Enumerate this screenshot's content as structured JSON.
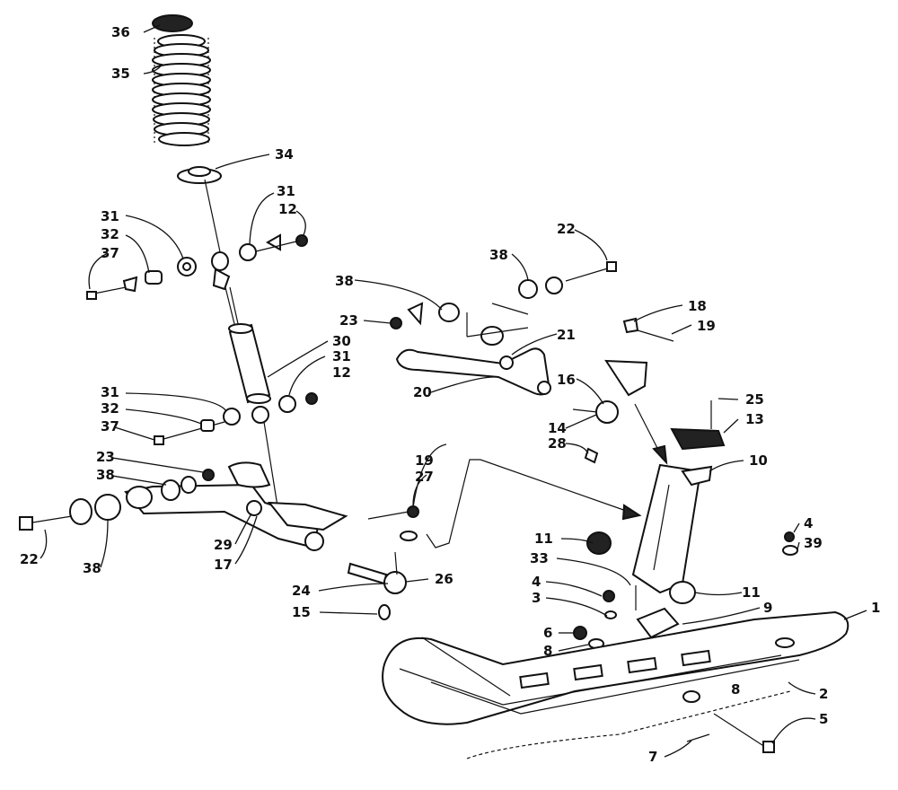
{
  "diagram": {
    "type": "exploded-parts-diagram",
    "callouts": {
      "c1": "1",
      "c2": "2",
      "c3": "3",
      "c4a": "4",
      "c4b": "4",
      "c5": "5",
      "c6": "6",
      "c7": "7",
      "c8a": "8",
      "c8b": "8",
      "c9": "9",
      "c10": "10",
      "c11a": "11",
      "c11b": "11",
      "c12a": "12",
      "c12b": "12",
      "c13": "13",
      "c14": "14",
      "c15": "15",
      "c16": "16",
      "c17": "17",
      "c18": "18",
      "c19a": "19",
      "c19b": "19",
      "c20": "20",
      "c21": "21",
      "c22a": "22",
      "c22b": "22",
      "c23a": "23",
      "c23b": "23",
      "c24": "24",
      "c25": "25",
      "c26": "26",
      "c27": "27",
      "c28": "28",
      "c29": "29",
      "c30": "30",
      "c31a": "31",
      "c31b": "31",
      "c31c": "31",
      "c31d": "31",
      "c32a": "32",
      "c32b": "32",
      "c33": "33",
      "c34": "34",
      "c35": "35",
      "c36": "36",
      "c37a": "37",
      "c37b": "37",
      "c38a": "38",
      "c38b": "38",
      "c38c": "38",
      "c38d": "38",
      "c39": "39"
    },
    "colors": {
      "ink": "#111111",
      "paper": "#ffffff"
    }
  }
}
